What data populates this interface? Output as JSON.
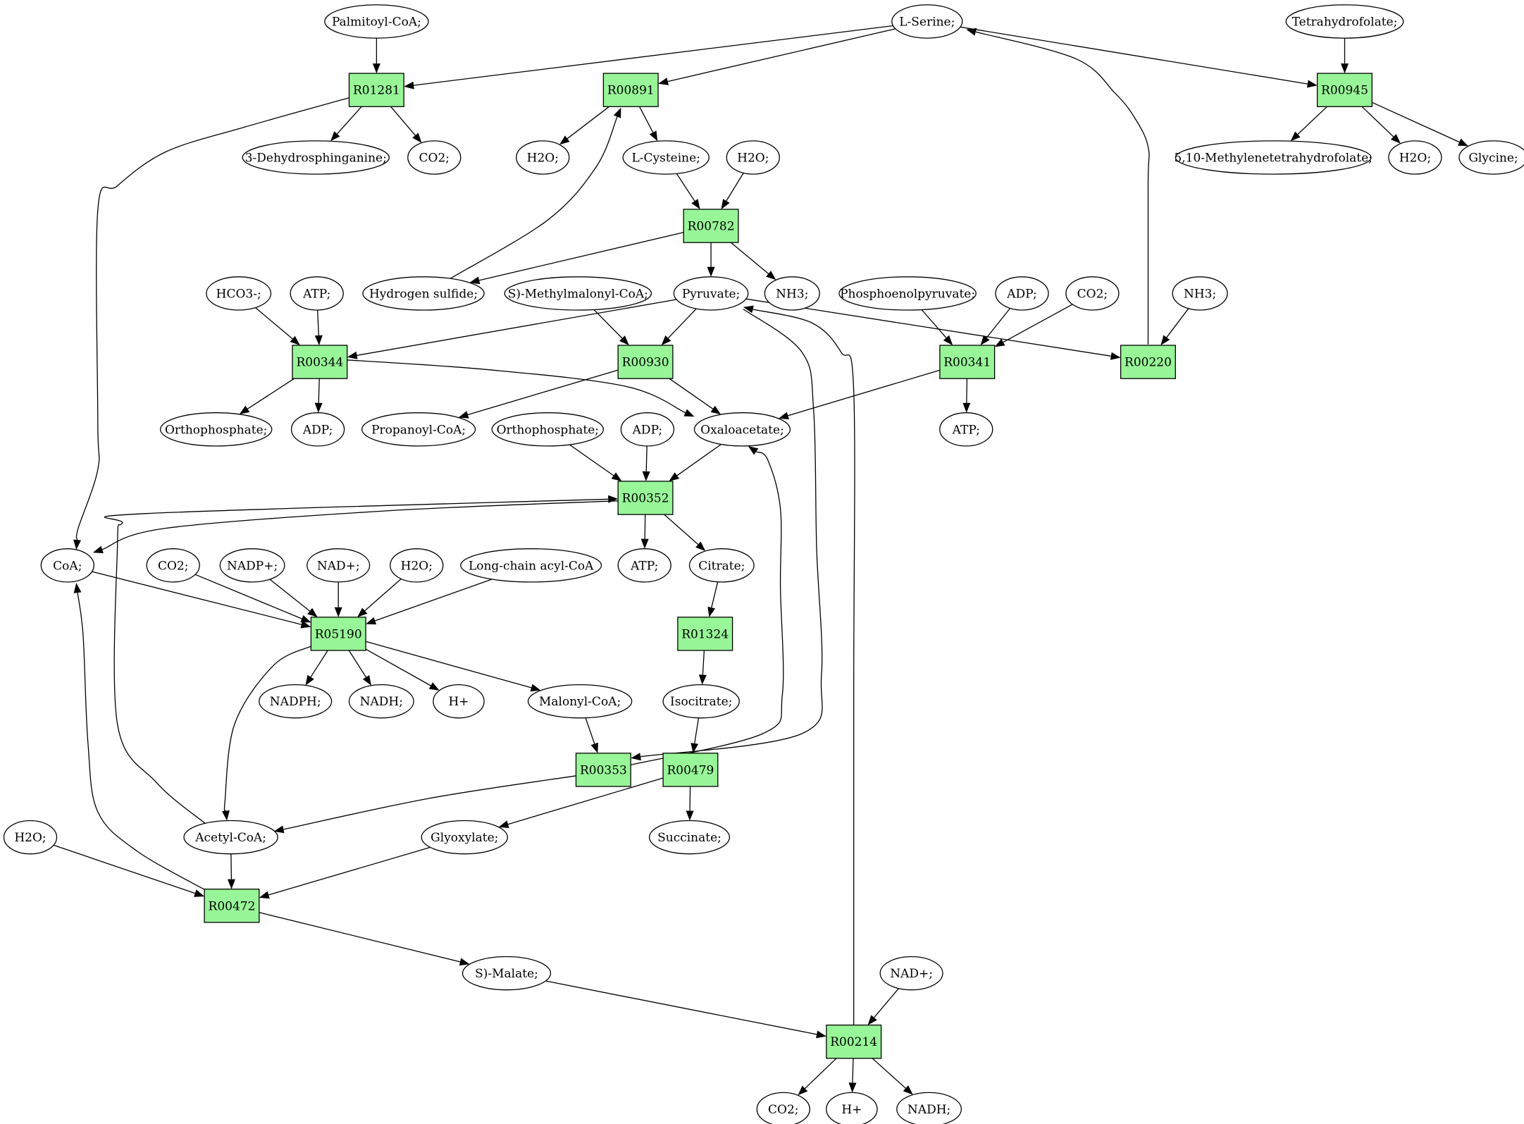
{
  "colors": {
    "reaction_fill": "#98f598",
    "source_fill": "#00ff00",
    "target_fill": "#ffff00",
    "node_fill": "#ffffff"
  },
  "reactions": [
    {
      "id": "R01281",
      "label": "R01281"
    },
    {
      "id": "R00891",
      "label": "R00891"
    },
    {
      "id": "R00945",
      "label": "R00945"
    },
    {
      "id": "R00782",
      "label": "R00782"
    },
    {
      "id": "R00344",
      "label": "R00344"
    },
    {
      "id": "R00930",
      "label": "R00930"
    },
    {
      "id": "R00341",
      "label": "R00341"
    },
    {
      "id": "R00220",
      "label": "R00220"
    },
    {
      "id": "R00352",
      "label": "R00352"
    },
    {
      "id": "R05190",
      "label": "R05190"
    },
    {
      "id": "R01324",
      "label": "R01324"
    },
    {
      "id": "R00353",
      "label": "R00353"
    },
    {
      "id": "R00479",
      "label": "R00479"
    },
    {
      "id": "R00472",
      "label": "R00472"
    },
    {
      "id": "R00214",
      "label": "R00214"
    }
  ],
  "compounds": [
    {
      "id": "palmitoyl_coa",
      "label": "Palmitoyl-CoA;"
    },
    {
      "id": "l_serine",
      "label": "L-Serine;",
      "role": "source"
    },
    {
      "id": "thf",
      "label": "Tetrahydrofolate;"
    },
    {
      "id": "dehydrosphinganine",
      "label": "3-Dehydrosphinganine;"
    },
    {
      "id": "co2_a",
      "label": "CO2;"
    },
    {
      "id": "h2o_a",
      "label": "H2O;"
    },
    {
      "id": "l_cysteine",
      "label": "L-Cysteine;"
    },
    {
      "id": "h2o_b",
      "label": "H2O;"
    },
    {
      "id": "methylene_thf",
      "label": "5,10-Methylenetetrahydrofolate;"
    },
    {
      "id": "h2o_c",
      "label": "H2O;"
    },
    {
      "id": "glycine",
      "label": "Glycine;",
      "role": "target"
    },
    {
      "id": "hco3",
      "label": "HCO3-;"
    },
    {
      "id": "atp_a",
      "label": "ATP;"
    },
    {
      "id": "h2s",
      "label": "Hydrogen sulfide;"
    },
    {
      "id": "methylmalonyl",
      "label": "S)-Methylmalonyl-CoA;"
    },
    {
      "id": "pyruvate",
      "label": "Pyruvate;"
    },
    {
      "id": "nh3_a",
      "label": "NH3;"
    },
    {
      "id": "pep",
      "label": "Phosphoenolpyruvate;"
    },
    {
      "id": "adp_a",
      "label": "ADP;"
    },
    {
      "id": "co2_b",
      "label": "CO2;"
    },
    {
      "id": "nh3_b",
      "label": "NH3;"
    },
    {
      "id": "orthophosphate_a",
      "label": "Orthophosphate;"
    },
    {
      "id": "adp_b",
      "label": "ADP;"
    },
    {
      "id": "propanoyl",
      "label": "Propanoyl-CoA;"
    },
    {
      "id": "orthophosphate_b",
      "label": "Orthophosphate;"
    },
    {
      "id": "adp_c",
      "label": "ADP;"
    },
    {
      "id": "oxaloacetate",
      "label": "Oxaloacetate;"
    },
    {
      "id": "atp_b",
      "label": "ATP;"
    },
    {
      "id": "coa",
      "label": "CoA;"
    },
    {
      "id": "co2_c",
      "label": "CO2;"
    },
    {
      "id": "nadp",
      "label": "NADP+;"
    },
    {
      "id": "nad_a",
      "label": "NAD+;"
    },
    {
      "id": "h2o_d",
      "label": "H2O;"
    },
    {
      "id": "long_chain",
      "label": "Long-chain acyl-CoA"
    },
    {
      "id": "atp_c",
      "label": "ATP;"
    },
    {
      "id": "citrate",
      "label": "Citrate;"
    },
    {
      "id": "nadph",
      "label": "NADPH;"
    },
    {
      "id": "nadh_a",
      "label": "NADH;"
    },
    {
      "id": "hplus_a",
      "label": "H+"
    },
    {
      "id": "malonyl",
      "label": "Malonyl-CoA;"
    },
    {
      "id": "isocitrate",
      "label": "Isocitrate;"
    },
    {
      "id": "h2o_e",
      "label": "H2O;"
    },
    {
      "id": "acetyl_coa",
      "label": "Acetyl-CoA;"
    },
    {
      "id": "glyoxylate",
      "label": "Glyoxylate;"
    },
    {
      "id": "succinate",
      "label": "Succinate;"
    },
    {
      "id": "malate",
      "label": "S)-Malate;"
    },
    {
      "id": "nad_b",
      "label": "NAD+;"
    },
    {
      "id": "co2_d",
      "label": "CO2;"
    },
    {
      "id": "hplus_b",
      "label": "H+"
    },
    {
      "id": "nadh_b",
      "label": "NADH;"
    }
  ],
  "edges": [
    {
      "from": "palmitoyl_coa",
      "to": "R01281"
    },
    {
      "from": "l_serine",
      "to": "R01281"
    },
    {
      "from": "l_serine",
      "to": "R00891"
    },
    {
      "from": "l_serine",
      "to": "R00945"
    },
    {
      "from": "thf",
      "to": "R00945"
    },
    {
      "from": "R01281",
      "to": "dehydrosphinganine"
    },
    {
      "from": "R01281",
      "to": "co2_a"
    },
    {
      "from": "R01281",
      "to": "coa"
    },
    {
      "from": "R00891",
      "to": "h2o_a"
    },
    {
      "from": "R00891",
      "to": "l_cysteine"
    },
    {
      "from": "h2s",
      "to": "R00891"
    },
    {
      "from": "R00945",
      "to": "methylene_thf"
    },
    {
      "from": "R00945",
      "to": "h2o_c"
    },
    {
      "from": "R00945",
      "to": "glycine"
    },
    {
      "from": "l_cysteine",
      "to": "R00782"
    },
    {
      "from": "h2o_b",
      "to": "R00782"
    },
    {
      "from": "R00782",
      "to": "h2s"
    },
    {
      "from": "R00782",
      "to": "pyruvate"
    },
    {
      "from": "R00782",
      "to": "nh3_a"
    },
    {
      "from": "hco3",
      "to": "R00344"
    },
    {
      "from": "atp_a",
      "to": "R00344"
    },
    {
      "from": "pyruvate",
      "to": "R00344"
    },
    {
      "from": "R00344",
      "to": "orthophosphate_a"
    },
    {
      "from": "R00344",
      "to": "adp_b"
    },
    {
      "from": "R00344",
      "to": "oxaloacetate"
    },
    {
      "from": "methylmalonyl",
      "to": "R00930"
    },
    {
      "from": "pyruvate",
      "to": "R00930"
    },
    {
      "from": "R00930",
      "to": "propanoyl"
    },
    {
      "from": "R00930",
      "to": "oxaloacetate"
    },
    {
      "from": "pep",
      "to": "R00341"
    },
    {
      "from": "adp_a",
      "to": "R00341"
    },
    {
      "from": "co2_b",
      "to": "R00341"
    },
    {
      "from": "R00341",
      "to": "atp_b"
    },
    {
      "from": "R00341",
      "to": "oxaloacetate"
    },
    {
      "from": "pyruvate",
      "to": "R00220"
    },
    {
      "from": "nh3_b",
      "to": "R00220"
    },
    {
      "from": "R00220",
      "to": "l_serine"
    },
    {
      "from": "orthophosphate_b",
      "to": "R00352"
    },
    {
      "from": "adp_c",
      "to": "R00352"
    },
    {
      "from": "oxaloacetate",
      "to": "R00352"
    },
    {
      "from": "acetyl_coa",
      "to": "R00352"
    },
    {
      "from": "R00352",
      "to": "coa"
    },
    {
      "from": "R00352",
      "to": "atp_c"
    },
    {
      "from": "R00352",
      "to": "citrate"
    },
    {
      "from": "coa",
      "to": "R05190"
    },
    {
      "from": "co2_c",
      "to": "R05190"
    },
    {
      "from": "nadp",
      "to": "R05190"
    },
    {
      "from": "nad_a",
      "to": "R05190"
    },
    {
      "from": "h2o_d",
      "to": "R05190"
    },
    {
      "from": "long_chain",
      "to": "R05190"
    },
    {
      "from": "R05190",
      "to": "nadph"
    },
    {
      "from": "R05190",
      "to": "nadh_a"
    },
    {
      "from": "R05190",
      "to": "hplus_a"
    },
    {
      "from": "R05190",
      "to": "malonyl"
    },
    {
      "from": "R05190",
      "to": "acetyl_coa"
    },
    {
      "from": "citrate",
      "to": "R01324"
    },
    {
      "from": "R01324",
      "to": "isocitrate"
    },
    {
      "from": "malonyl",
      "to": "R00353"
    },
    {
      "from": "pyruvate",
      "to": "R00353"
    },
    {
      "from": "R00353",
      "to": "oxaloacetate"
    },
    {
      "from": "R00353",
      "to": "acetyl_coa"
    },
    {
      "from": "isocitrate",
      "to": "R00479"
    },
    {
      "from": "R00479",
      "to": "glyoxylate"
    },
    {
      "from": "R00479",
      "to": "succinate"
    },
    {
      "from": "acetyl_coa",
      "to": "R00472"
    },
    {
      "from": "glyoxylate",
      "to": "R00472"
    },
    {
      "from": "h2o_e",
      "to": "R00472"
    },
    {
      "from": "R00472",
      "to": "coa"
    },
    {
      "from": "R00472",
      "to": "malate"
    },
    {
      "from": "malate",
      "to": "R00214"
    },
    {
      "from": "nad_b",
      "to": "R00214"
    },
    {
      "from": "R00214",
      "to": "pyruvate"
    },
    {
      "from": "R00214",
      "to": "co2_d"
    },
    {
      "from": "R00214",
      "to": "hplus_b"
    },
    {
      "from": "R00214",
      "to": "nadh_b"
    }
  ]
}
